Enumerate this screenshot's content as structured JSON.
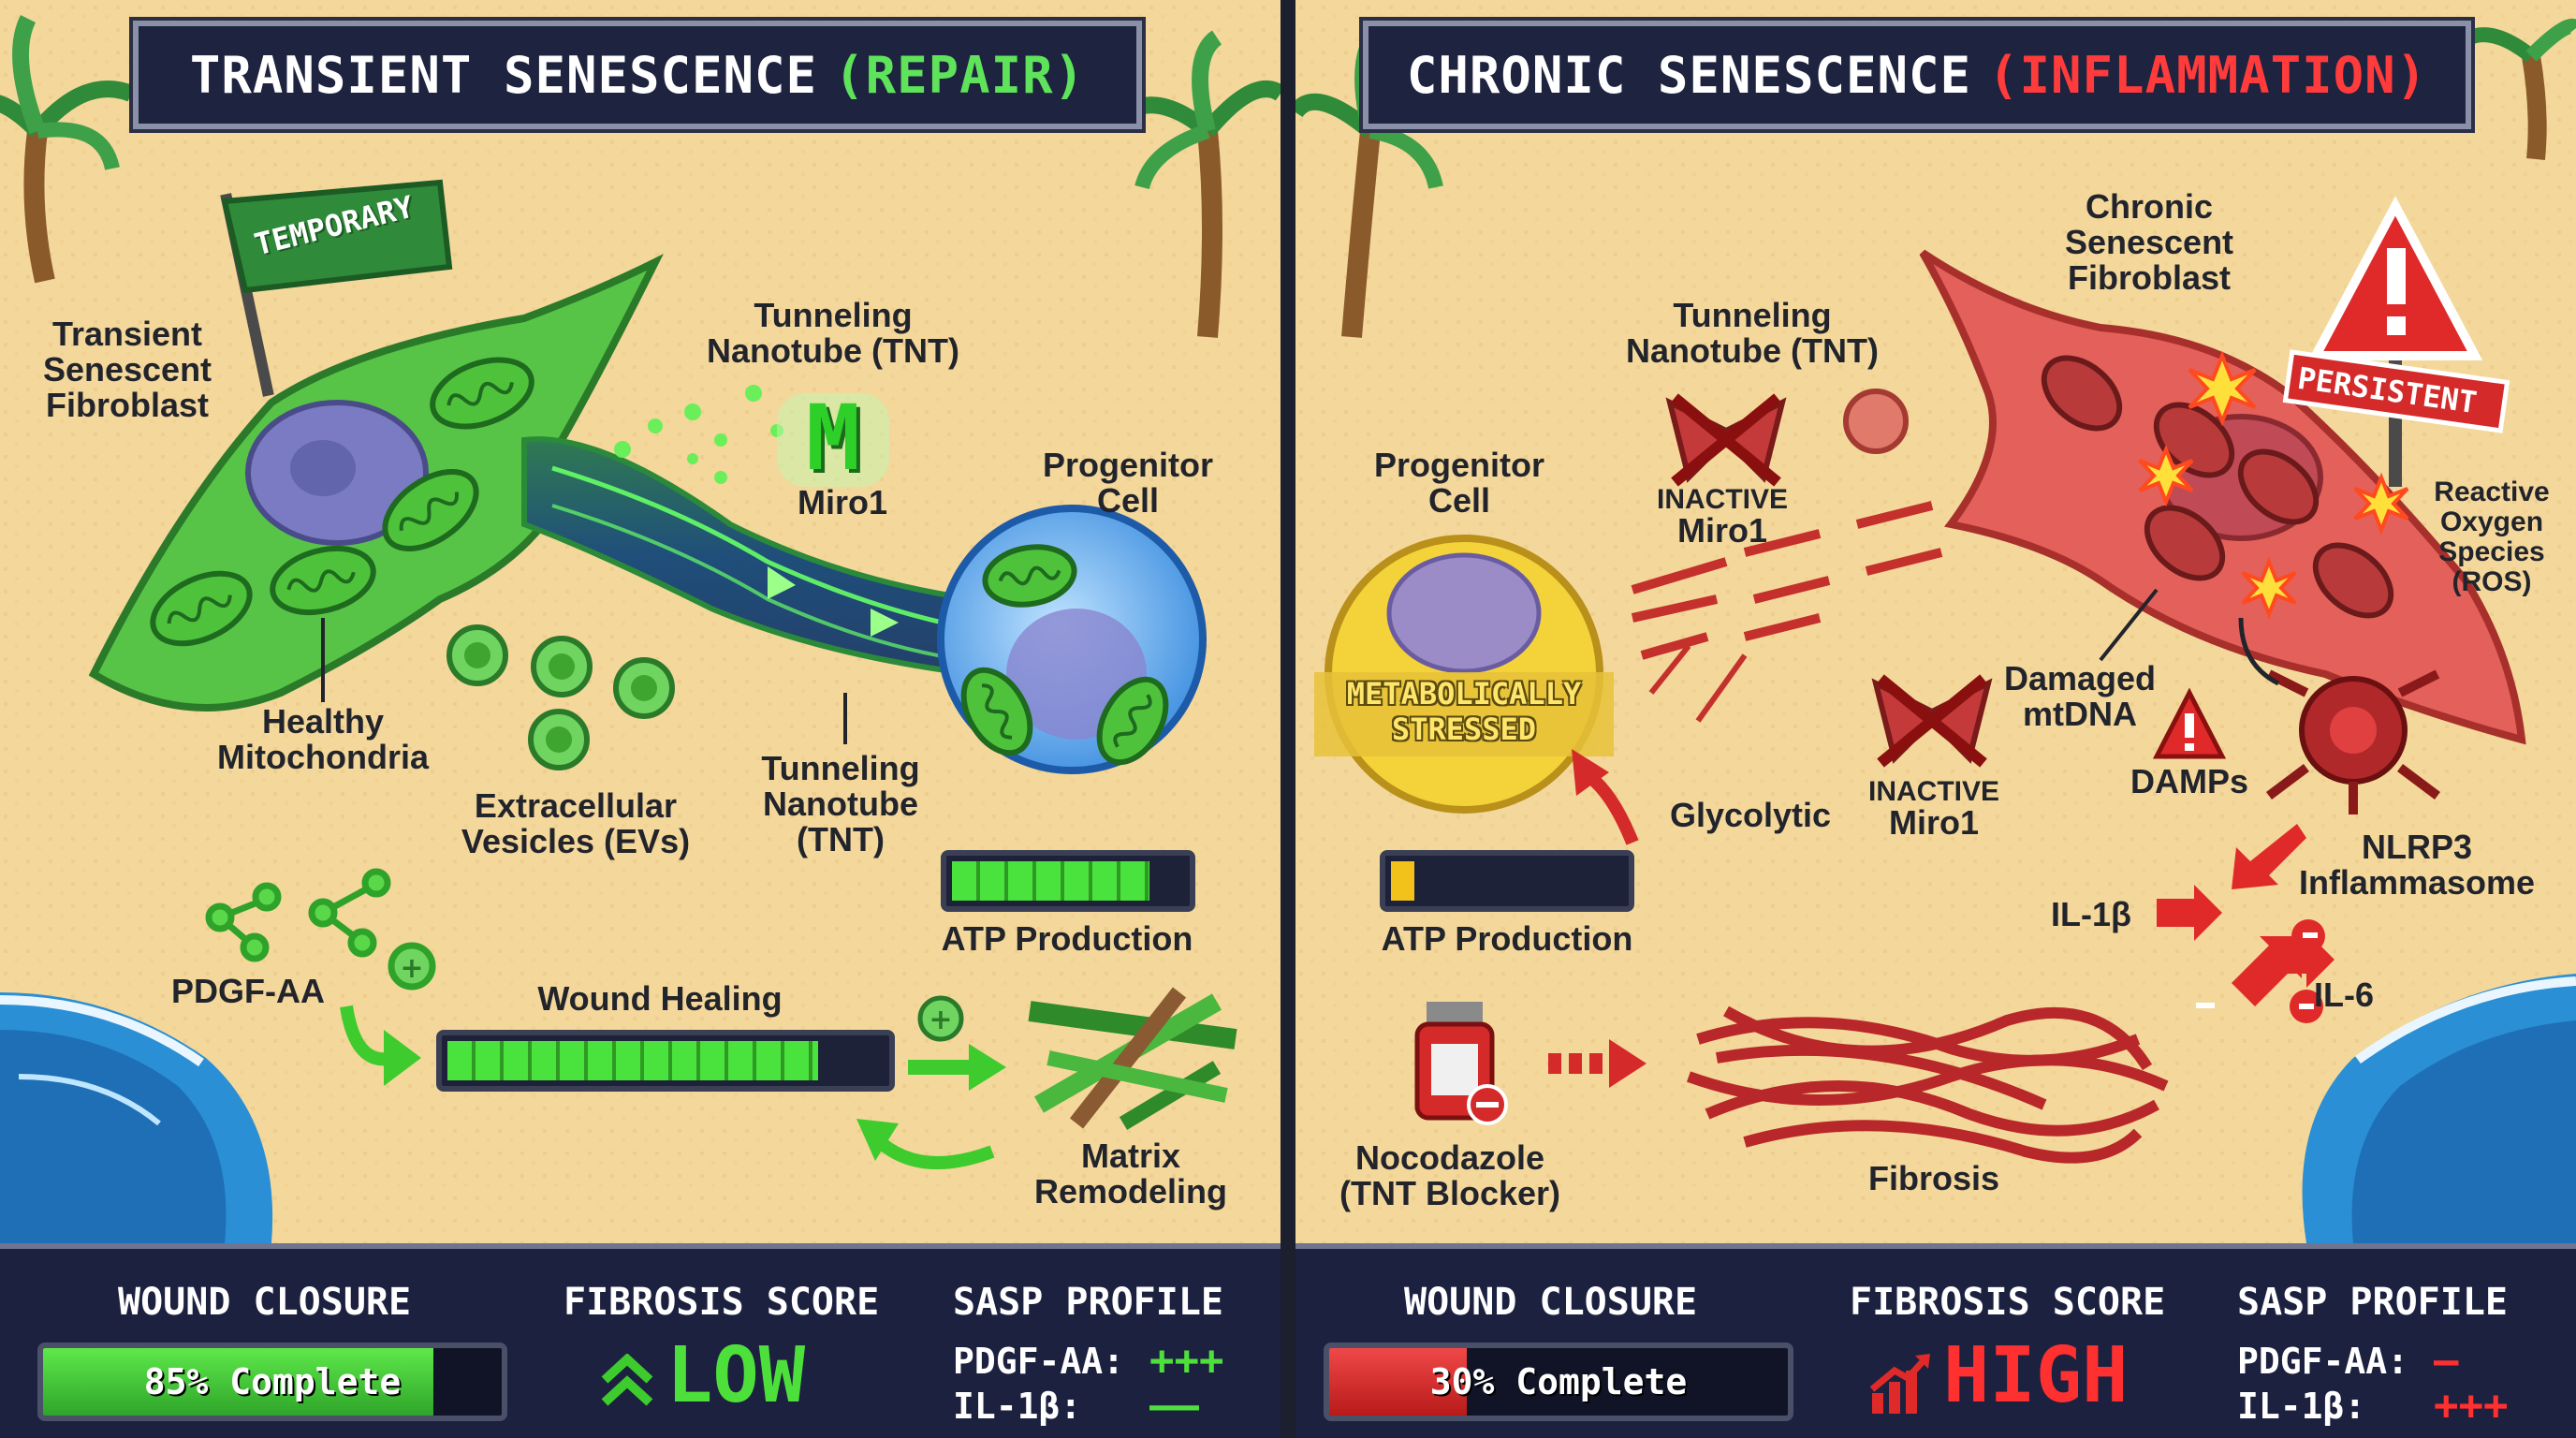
{
  "colors": {
    "sand": "#f4d79a",
    "ocean": "#2a8fd4",
    "healthy_green": "#4ae23c",
    "danger_red": "#e03030",
    "panel_navy": "#1c2140"
  },
  "left": {
    "title_main": "TRANSIENT SENESCENCE",
    "title_accent": "(REPAIR)",
    "flag_text": "TEMPORARY",
    "fibroblast_label": [
      "Transient",
      "Senescent",
      "Fibroblast"
    ],
    "tnt_top_label": [
      "Tunneling",
      "Nanotube (TNT)"
    ],
    "miro_letter": "M",
    "miro_label": "Miro1",
    "progenitor_label": [
      "Progenitor",
      "Cell"
    ],
    "mito_label": [
      "Healthy",
      "Mitochondria"
    ],
    "ev_label": [
      "Extracellular",
      "Vesicles (EVs)"
    ],
    "tnt_bottom_label": [
      "Tunneling",
      "Nanotube",
      "(TNT)"
    ],
    "atp_label": "ATP Production",
    "atp_level": 0.85,
    "pdgf_label": "PDGF-AA",
    "wound_label": "Wound Healing",
    "wound_level": 0.85,
    "matrix_label": [
      "Matrix",
      "Remodeling"
    ],
    "status": {
      "wound_head": "WOUND CLOSURE",
      "wound_text": "85% Complete",
      "wound_fraction": 0.85,
      "fibrosis_head": "FIBROSIS SCORE",
      "fibrosis_value": "LOW",
      "sasp_head": "SASP PROFILE",
      "sasp_rows": [
        {
          "name": "PDGF-AA:",
          "value": "+++"
        },
        {
          "name": "IL-1β:",
          "value": "––"
        }
      ]
    }
  },
  "right": {
    "title_main": "CHRONIC SENESCENCE",
    "title_accent": "(INFLAMMATION)",
    "sign_text": "PERSISTENT",
    "fibroblast_label": [
      "Chronic",
      "Senescent",
      "Fibroblast"
    ],
    "tnt_label": [
      "Tunneling",
      "Nanotube (TNT)"
    ],
    "inactive_word": "INACTIVE",
    "miro_label": "Miro1",
    "progenitor_label": [
      "Progenitor",
      "Cell"
    ],
    "stressed_text": [
      "METABOLICALLY",
      "STRESSED"
    ],
    "glycolytic_label": "Glycolytic",
    "atp_label": "ATP Production",
    "atp_level": 0.1,
    "ros_label": [
      "Reactive",
      "Oxygen",
      "Species",
      "(ROS)"
    ],
    "mtdna_label": [
      "Damaged",
      "mtDNA"
    ],
    "damps_label": "DAMPs",
    "nlrp3_label": [
      "NLRP3",
      "Inflammasome"
    ],
    "il1b_label": "IL-1β",
    "il6_label": "IL-6",
    "nocodazole_label": [
      "Nocodazole",
      "(TNT Blocker)"
    ],
    "fibrosis_label": "Fibrosis",
    "status": {
      "wound_head": "WOUND CLOSURE",
      "wound_text": "30% Complete",
      "wound_fraction": 0.3,
      "fibrosis_head": "FIBROSIS SCORE",
      "fibrosis_value": "HIGH",
      "sasp_head": "SASP PROFILE",
      "sasp_rows": [
        {
          "name": "PDGF-AA:",
          "value": "–"
        },
        {
          "name": "IL-1β:",
          "value": "+++"
        }
      ]
    }
  }
}
